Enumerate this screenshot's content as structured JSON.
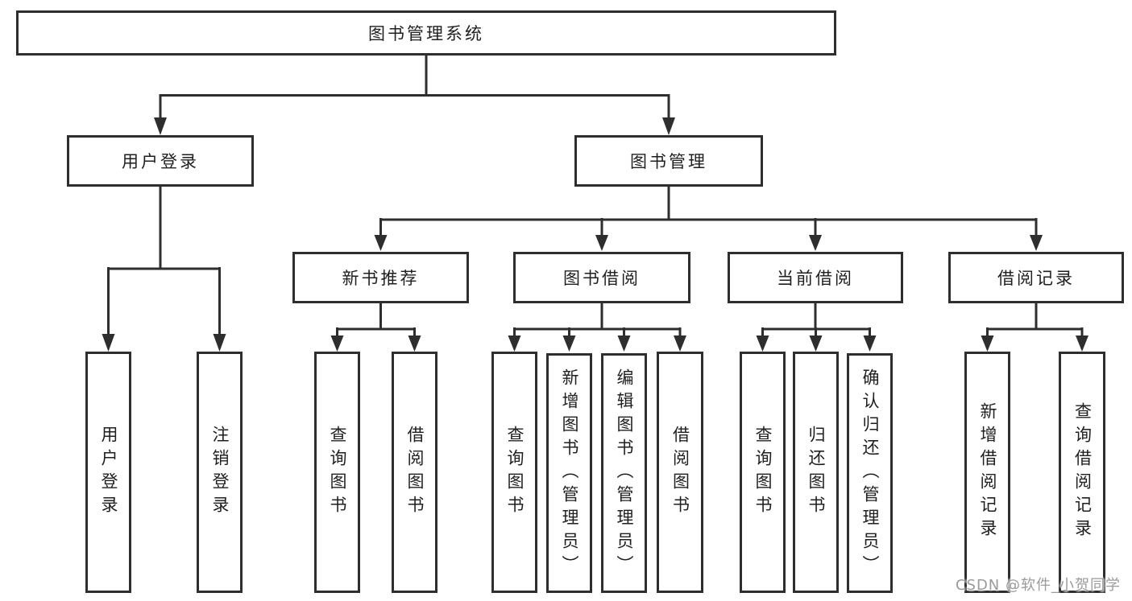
{
  "diagram_type": "hierarchy-tree",
  "colors": {
    "background": "#ffffff",
    "box_border": "#2e2e2e",
    "line": "#2e2e2e",
    "text": "#1f1f1f",
    "watermark": "#9b9b9b"
  },
  "tree": {
    "label": "图书管理系统",
    "children": [
      {
        "label": "用户登录",
        "children": [
          {
            "label": "用户登录"
          },
          {
            "label": "注销登录"
          }
        ]
      },
      {
        "label": "图书管理",
        "children": [
          {
            "label": "新书推荐",
            "children": [
              {
                "label": "查询图书"
              },
              {
                "label": "借阅图书"
              }
            ]
          },
          {
            "label": "图书借阅",
            "children": [
              {
                "label": "查询图书"
              },
              {
                "label": "新增图书（管理员）"
              },
              {
                "label": "编辑图书（管理员）"
              },
              {
                "label": "借阅图书"
              }
            ]
          },
          {
            "label": "当前借阅",
            "children": [
              {
                "label": "查询图书"
              },
              {
                "label": "归还图书"
              },
              {
                "label": "确认归还（管理员）"
              }
            ]
          },
          {
            "label": "借阅记录",
            "children": [
              {
                "label": "新增借阅记录"
              },
              {
                "label": "查询借阅记录"
              }
            ]
          }
        ]
      }
    ]
  },
  "watermark": "CSDN @软件_小贺同学"
}
